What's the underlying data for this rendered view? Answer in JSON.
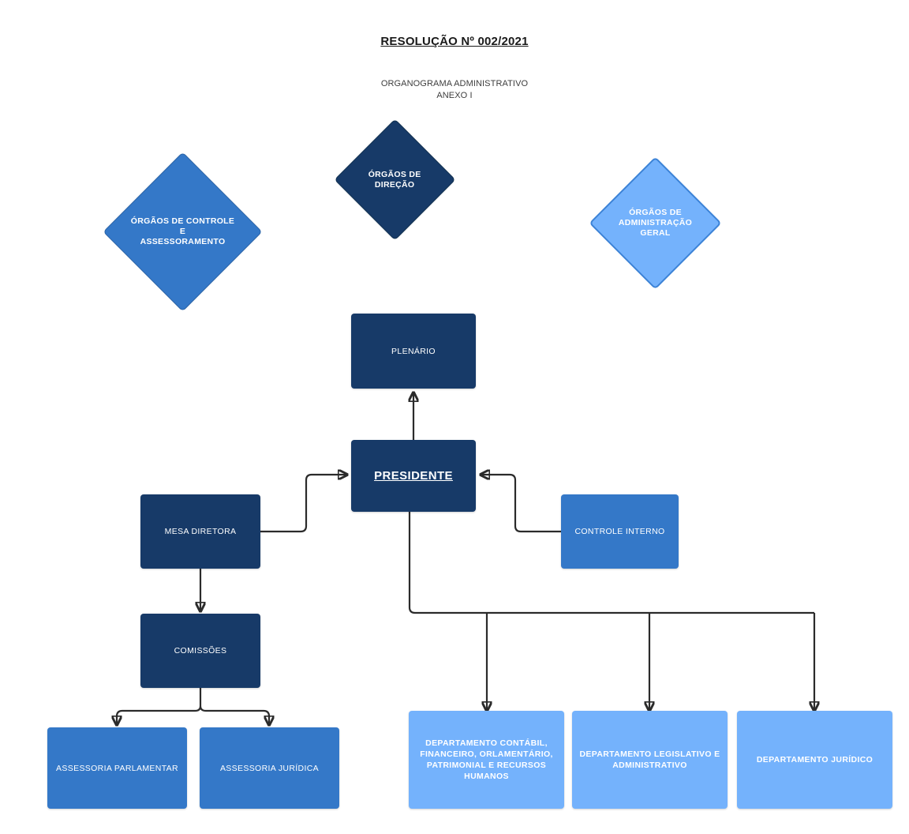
{
  "document": {
    "title": "RESOLUÇÃO Nº 002/2021",
    "subtitle_line1": "ORGANOGRAMA ADMINISTRATIVO",
    "subtitle_line2": "ANEXO I"
  },
  "colors": {
    "navy": "#173a68",
    "medium_blue": "#3478c8",
    "light_blue": "#74b2fc",
    "connector": "#2b2b2b",
    "page_background": "#ffffff",
    "node_text": "#ffffff"
  },
  "legend_diamonds": [
    {
      "id": "orgaos-controle-assessoramento",
      "label": "ÓRGÃOS DE CONTROLE E\nASSESSORAMENTO",
      "color": "#3478c8"
    },
    {
      "id": "orgaos-direcao",
      "label": "ÓRGÃOS DE DIREÇÃO",
      "color": "#173a68"
    },
    {
      "id": "orgaos-administracao-geral",
      "label": "ÓRGÃOS DE\nADMINISTRAÇÃO GERAL",
      "color": "#74b2fc"
    }
  ],
  "nodes": [
    {
      "id": "plenario",
      "label": "PLENÁRIO",
      "color": "#173a68"
    },
    {
      "id": "presidente",
      "label": "PRESIDENTE",
      "color": "#173a68"
    },
    {
      "id": "mesa-diretora",
      "label": "MESA DIRETORA",
      "color": "#173a68"
    },
    {
      "id": "controle-interno",
      "label": "CONTROLE INTERNO",
      "color": "#3478c8"
    },
    {
      "id": "comissoes",
      "label": "COMISSÕES",
      "color": "#173a68"
    },
    {
      "id": "assessoria-parlamentar",
      "label": "ASSESSORIA PARLAMENTAR",
      "color": "#3478c8"
    },
    {
      "id": "assessoria-juridica",
      "label": "ASSESSORIA JURÍDICA",
      "color": "#3478c8"
    },
    {
      "id": "departamento-contabil",
      "label": "DEPARTAMENTO CONTÁBIL,\nFINANCEIRO, ORLAMENTÁRIO,\nPATRIMONIAL E RECURSOS\nHUMANOS",
      "color": "#74b2fc"
    },
    {
      "id": "departamento-legislativo",
      "label": "DEPARTAMENTO LEGISLATIVO E\nADMINISTRATIVO",
      "color": "#74b2fc"
    },
    {
      "id": "departamento-juridico",
      "label": "DEPARTAMENTO JURÍDICO",
      "color": "#74b2fc"
    }
  ],
  "connections": [
    {
      "from": "presidente",
      "to": "plenario",
      "arrow": "end"
    },
    {
      "from": "mesa-diretora",
      "to": "presidente",
      "arrow": "end"
    },
    {
      "from": "controle-interno",
      "to": "presidente",
      "arrow": "end"
    },
    {
      "from": "mesa-diretora",
      "to": "comissoes",
      "arrow": "end"
    },
    {
      "from": "comissoes",
      "to": "assessoria-parlamentar",
      "arrow": "end"
    },
    {
      "from": "comissoes",
      "to": "assessoria-juridica",
      "arrow": "end"
    },
    {
      "from": "presidente",
      "to": "departamento-contabil",
      "arrow": "end"
    },
    {
      "from": "presidente",
      "to": "departamento-legislativo",
      "arrow": "end"
    },
    {
      "from": "presidente",
      "to": "departamento-juridico",
      "arrow": "end"
    }
  ]
}
